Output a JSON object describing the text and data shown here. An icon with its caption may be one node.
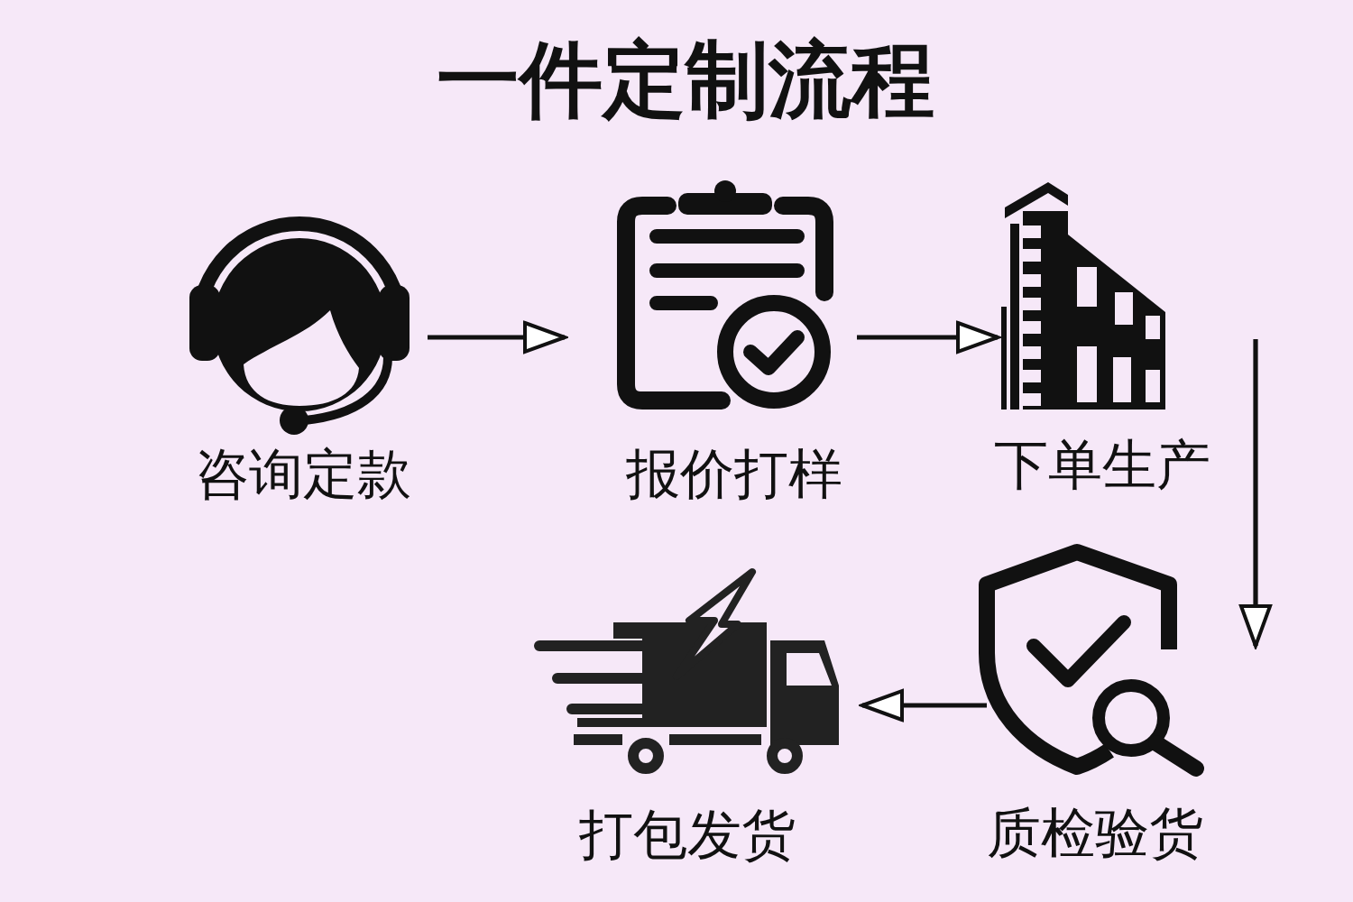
{
  "diagram": {
    "title": "一件定制流程",
    "nodes": [
      {
        "text": [],
        "shape": "picture",
        "beside": [
          "咨询定款"
        ]
      },
      {
        "text": [],
        "shape": "picture",
        "beside": [
          "报价打样"
        ]
      },
      {
        "text": [],
        "shape": "picture",
        "beside": [
          "下单生产"
        ]
      },
      {
        "text": [],
        "shape": "picture",
        "beside": [
          "质检验货"
        ]
      },
      {
        "text": [],
        "shape": "picture",
        "beside": [
          "打包发货"
        ]
      }
    ],
    "edges": [
      {
        "from": 0,
        "to": 1,
        "arrow": "to"
      },
      {
        "from": 1,
        "to": 2,
        "arrow": "to"
      },
      {
        "from": 2,
        "to": 3,
        "arrow": "to"
      },
      {
        "from": 3,
        "to": 4,
        "arrow": "to"
      }
    ]
  }
}
